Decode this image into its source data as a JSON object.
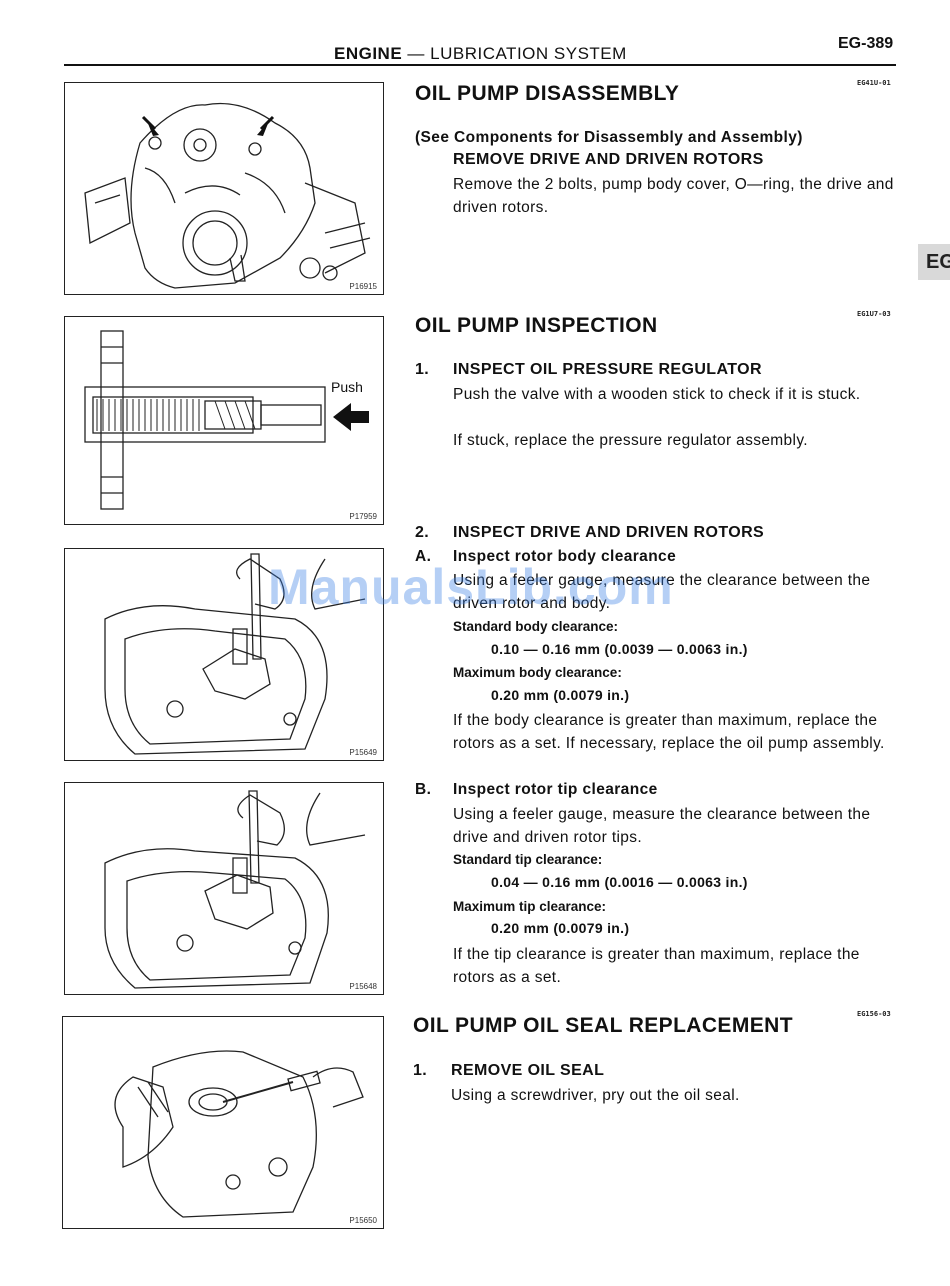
{
  "header": {
    "title_bold": "ENGINE",
    "title_rest": " — LUBRICATION SYSTEM",
    "page": "EG-389"
  },
  "side_tab": "EG",
  "watermark": "ManualsLib.com",
  "figures": [
    {
      "id": "P16915",
      "icon": "oil-pump-body-bolts-illustration"
    },
    {
      "id": "P17959",
      "icon": "pressure-regulator-cutaway-illustration",
      "label": "Push"
    },
    {
      "id": "P15649",
      "icon": "rotor-body-clearance-feeler-gauge-illustration"
    },
    {
      "id": "P15648",
      "icon": "rotor-tip-clearance-feeler-gauge-illustration"
    },
    {
      "id": "P15650",
      "icon": "oil-seal-screwdriver-illustration"
    }
  ],
  "sections": {
    "disassembly": {
      "code": "EG41U-01",
      "title": "OIL PUMP DISASSEMBLY",
      "note": "(See Components for Disassembly and Assembly)",
      "step": "REMOVE DRIVE AND DRIVEN ROTORS",
      "text": "Remove the 2 bolts, pump body cover, O—ring, the drive and driven rotors."
    },
    "inspection": {
      "code": "EG1U7-03",
      "title": "OIL PUMP INSPECTION",
      "step1_num": "1.",
      "step1": "INSPECT OIL PRESSURE REGULATOR",
      "step1_text_a": "Push the valve with a wooden stick to check if it is stuck.",
      "step1_text_b": "If stuck, replace the pressure regulator assembly.",
      "step2_num": "2.",
      "step2": "INSPECT DRIVE AND DRIVEN ROTORS",
      "a_letter": "A.",
      "a_title": "Inspect rotor body clearance",
      "a_text": "Using a feeler gauge, measure the clearance between the driven rotor and body.",
      "a_std_label": "Standard body clearance:",
      "a_std_val": "0.10 — 0.16 mm (0.0039 — 0.0063 in.)",
      "a_max_label": "Maximum body clearance:",
      "a_max_val": "0.20 mm (0.0079 in.)",
      "a_note": "If the body clearance is greater than maximum, replace the rotors as a set. If necessary, replace the oil pump assembly.",
      "b_letter": "B.",
      "b_title": "Inspect rotor tip clearance",
      "b_text": "Using a feeler gauge, measure the clearance between the drive and driven rotor tips.",
      "b_std_label": "Standard tip clearance:",
      "b_std_val": "0.04 — 0.16 mm (0.0016 — 0.0063 in.)",
      "b_max_label": "Maximum tip clearance:",
      "b_max_val": "0.20 mm (0.0079 in.)",
      "b_note": "If the tip clearance is greater than maximum, replace the rotors as a set."
    },
    "seal": {
      "code": "EG156-03",
      "title": "OIL PUMP OIL SEAL REPLACEMENT",
      "step1_num": "1.",
      "step1": "REMOVE OIL SEAL",
      "step1_text": "Using a screwdriver, pry out the oil seal."
    }
  }
}
